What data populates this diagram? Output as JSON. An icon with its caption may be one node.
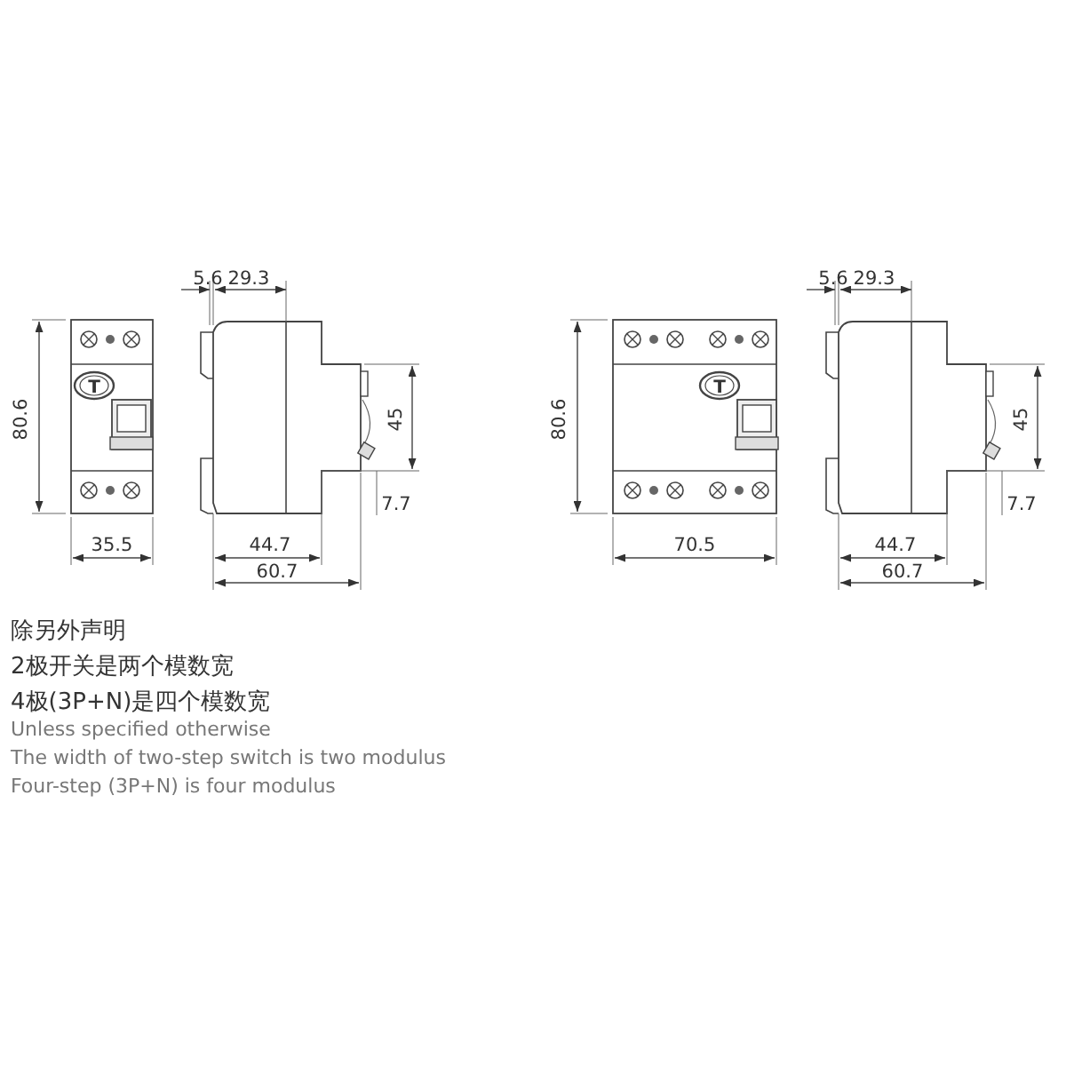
{
  "diagram": {
    "labels": [
      "5.6",
      "29.3",
      "80.6",
      "45",
      "T",
      "7.7",
      "35.5",
      "44.7",
      "60.7",
      "5.6",
      "29.3",
      "80.6",
      "45",
      "T",
      "7.7",
      "70.5",
      "44.7",
      "60.7",
      "除另外声明",
      "2极开关是两个模数宽",
      "4极(3P+N)是四个模数宽",
      "Unless specified otherwise",
      "The width of two-step switch is two modulus",
      "Four-step (3P+N) is four modulus"
    ]
  }
}
